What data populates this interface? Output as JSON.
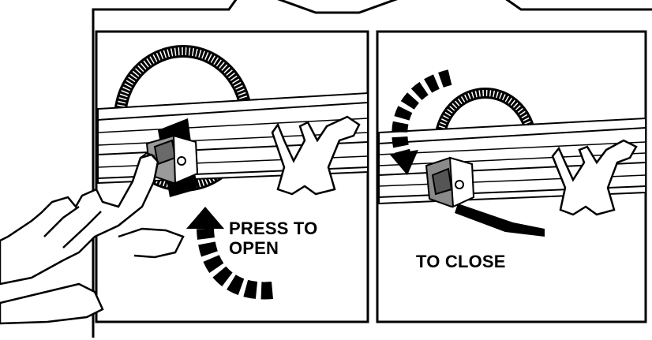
{
  "panels": [
    {
      "name": "open",
      "caption_lines": [
        "PRESS TO",
        "OPEN"
      ]
    },
    {
      "name": "close",
      "caption_lines": [
        "TO CLOSE"
      ]
    }
  ],
  "colors": {
    "ink": "#000000",
    "paper": "#ffffff",
    "buckle_gray": "#8a8a8a",
    "buckle_dark": "#555555",
    "rail_shade": "#dcdcdc"
  },
  "icons": [
    "hand-icon",
    "pressing-finger-icon",
    "curved-arrow-icon",
    "rotate-arrow-icon",
    "strap-icon",
    "buckle-icon",
    "gutter-clip-icon"
  ]
}
